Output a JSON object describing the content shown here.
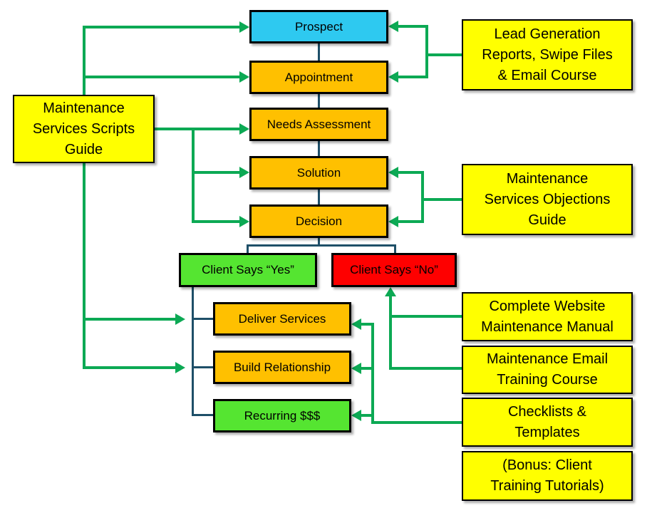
{
  "colors": {
    "flow_cyan": "#2EC9F0",
    "flow_orange": "#FFC000",
    "flow_green": "#55E531",
    "flow_red": "#FE0000",
    "resource_yellow": "#FFFF00",
    "connector_green": "#0CA954",
    "connector_teal": "#1E4F68",
    "ink": "#000000"
  },
  "flow": {
    "prospect": "Prospect",
    "appointment": "Appointment",
    "needs_assessment": "Needs Assessment",
    "solution": "Solution",
    "decision": "Decision",
    "client_yes": "Client Says “Yes”",
    "client_no": "Client Says “No”",
    "deliver_services": "Deliver Services",
    "build_relationship": "Build Relationship",
    "recurring": "Recurring $$$"
  },
  "resources": {
    "scripts_guide": [
      "Maintenance",
      "Services Scripts",
      "Guide"
    ],
    "lead_generation": [
      "Lead Generation",
      "Reports, Swipe Files",
      "& Email Course"
    ],
    "objections_guide": [
      "Maintenance",
      "Services Objections",
      "Guide"
    ],
    "website_manual": [
      "Complete Website",
      "Maintenance Manual"
    ],
    "email_training": [
      "Maintenance Email",
      "Training Course"
    ],
    "checklists": [
      "Checklists &",
      "Templates"
    ],
    "bonus_tutorials": [
      "(Bonus: Client",
      "Training Tutorials)"
    ]
  }
}
